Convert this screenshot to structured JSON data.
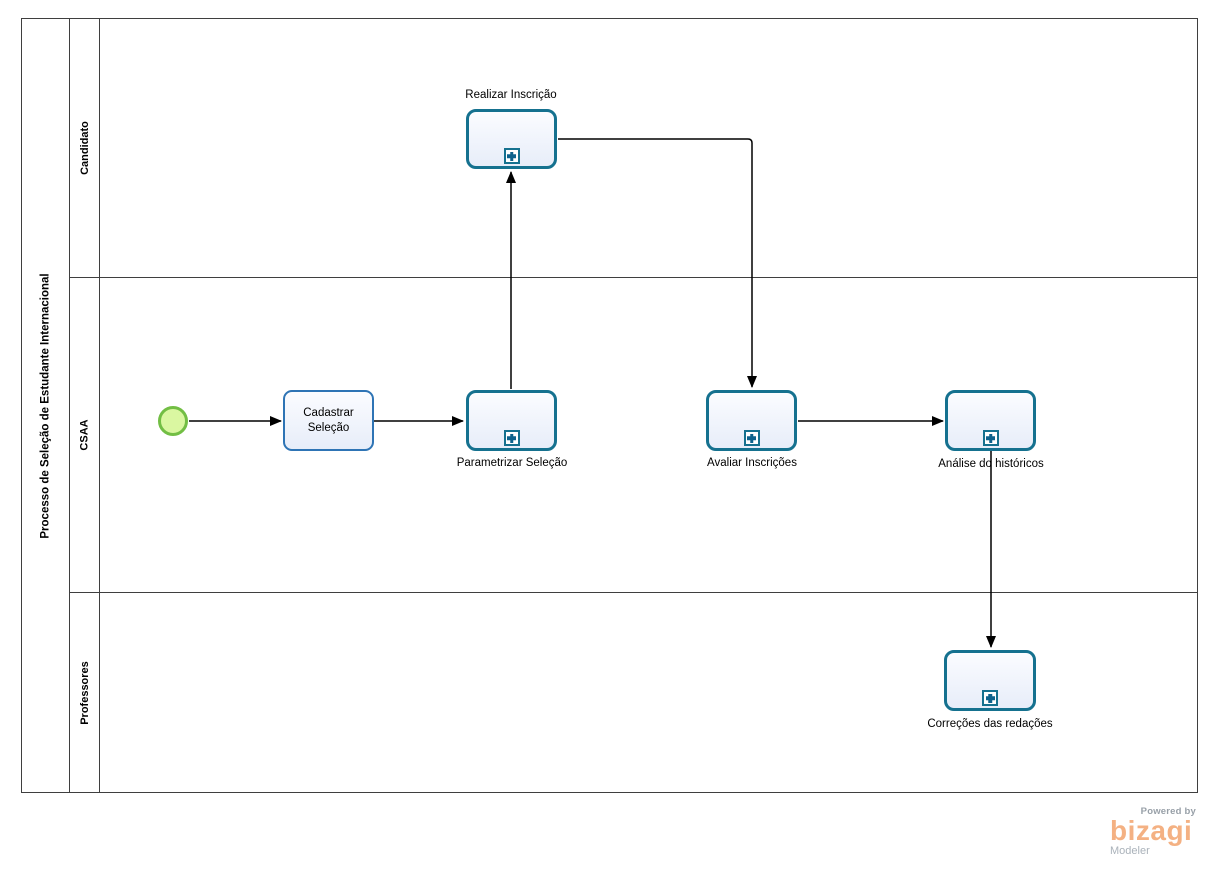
{
  "pool": {
    "title": "Processo de Seleção de Estudante Internacional",
    "lanes": [
      {
        "label": "Candidato"
      },
      {
        "label": "CSAA"
      },
      {
        "label": "Professores"
      }
    ]
  },
  "nodes": {
    "cadastrar_selecao": {
      "label": "Cadastrar Seleção",
      "type": "task"
    },
    "parametrizar_selecao": {
      "label": "Parametrizar Seleção",
      "type": "subprocess"
    },
    "realizar_inscricao": {
      "label": "Realizar Inscrição",
      "type": "subprocess"
    },
    "avaliar_inscricoes": {
      "label": "Avaliar Inscrições",
      "type": "subprocess"
    },
    "analise_historicos": {
      "label": "Análise do históricos",
      "type": "subprocess"
    },
    "correcoes_redacoes": {
      "label": "Correções das redações",
      "type": "subprocess"
    }
  },
  "colors": {
    "pool_border": "#3f3f3f",
    "subprocess_border": "#15718f",
    "task_border": "#2e74b5",
    "node_fill_top": "#fbfcff",
    "node_fill_bottom": "#e7edf9",
    "start_event_fill": "#daf7a1",
    "start_event_border": "#72be44",
    "connector": "#000000",
    "plus_color": "#0e628c",
    "brand_orange": "#f4b183",
    "logo_gray": "#98a0a8"
  },
  "footer": {
    "powered_by": "Powered by",
    "brand": "bizagi",
    "product": "Modeler"
  }
}
